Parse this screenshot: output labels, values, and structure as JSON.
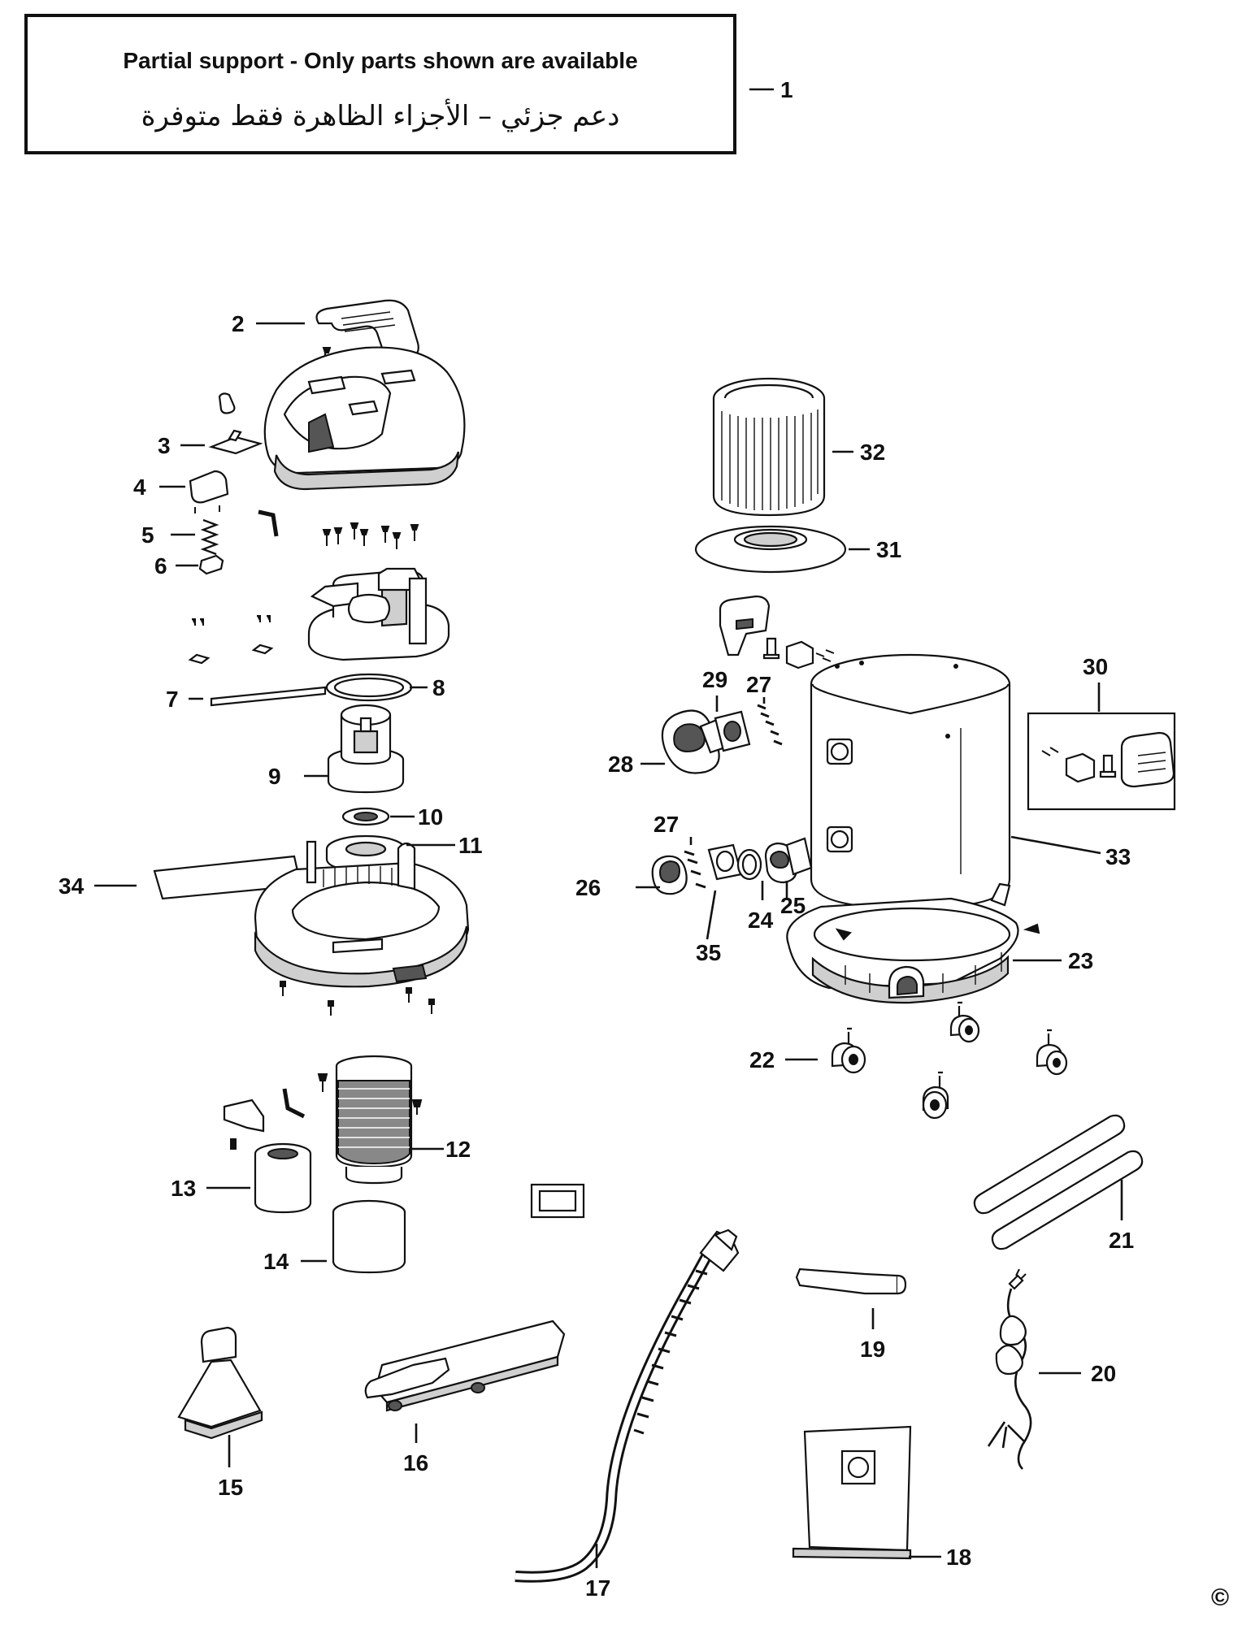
{
  "notice": {
    "english": "Partial support - Only parts shown are available",
    "arabic": "دعم جزئي – الأجزاء الظاهرة فقط متوفرة"
  },
  "part_numbers": [
    "1",
    "2",
    "3",
    "4",
    "5",
    "6",
    "7",
    "8",
    "9",
    "10",
    "11",
    "12",
    "13",
    "14",
    "15",
    "16",
    "17",
    "18",
    "19",
    "20",
    "21",
    "22",
    "23",
    "24",
    "25",
    "26",
    "27",
    "27",
    "28",
    "29",
    "30",
    "31",
    "32",
    "33",
    "34",
    "35"
  ],
  "copyright_mark": "©"
}
